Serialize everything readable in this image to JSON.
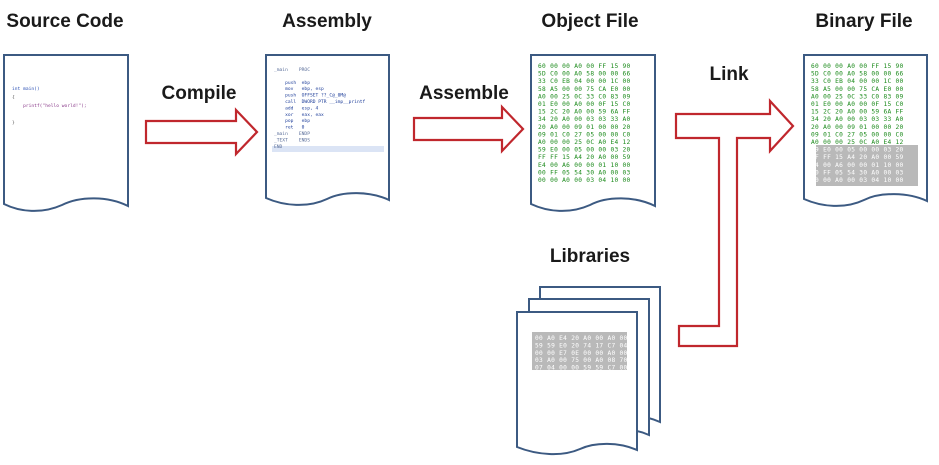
{
  "stages": {
    "source": "Source Code",
    "assembly": "Assembly",
    "object": "Object File",
    "binary": "Binary File",
    "libraries": "Libraries"
  },
  "arrows": {
    "compile": "Compile",
    "assemble": "Assemble",
    "link": "Link"
  },
  "source_code": [
    "int main()",
    "{",
    "    printf(\"hello world!\");",
    "",
    "}"
  ],
  "assembly_code": [
    "_main    PROC",
    "",
    "    push  ebp",
    "    mov   ebp, esp",
    "    push  OFFSET ??_C@_0M@",
    "    call  DWORD PTR __imp__printf",
    "    add   esp, 4",
    "    xor   eax, eax",
    "    pop   ebp",
    "    ret   0",
    "_main    ENDP",
    "_TEXT    ENDS",
    "END"
  ],
  "object_hex": [
    "60 00 00 A0 00 FF 15 90",
    "5D C0 00 A0 58 00 00 66",
    "33 C0 EB 04 00 00 1C 00",
    "58 A5 00 00 75 CA E0 00",
    "A0 00 25 0C 33 C0 83 09",
    "01 E0 00 A0 00 0F 15 C0",
    "15 2C 20 A0 00 59 6A FF",
    "34 20 A0 00 03 03 33 A0",
    "20 A0 00 09 01 00 00 20",
    "09 01 C0 27 05 00 00 C0",
    "A0 00 00 25 0C A0 E4 12",
    "59 E0 00 05 00 00 03 20",
    "FF FF 15 A4 20 A0 00 59",
    "E4 00 A6 00 00 01 10 00",
    "00 FF 05 54 30 A0 00 03",
    "00 00 A0 00 03 04 10 00"
  ],
  "binary_hex": [
    "60 00 00 A0 00 FF 15 90",
    "5D C0 00 A0 58 00 00 66",
    "33 C0 EB 04 00 00 1C 00",
    "58 A5 00 00 75 CA E0 00",
    "A0 00 25 0C 33 C0 83 09",
    "01 E0 00 A0 00 0F 15 C0",
    "15 2C 20 A0 00 59 6A FF",
    "34 20 A0 00 03 03 33 A0",
    "20 A0 00 09 01 00 00 20",
    "09 01 C0 27 05 00 00 C0",
    "A0 00 00 25 0C A0 E4 12",
    "59 E0 00 05 00 00 03 20",
    "FF FF 15 A4 20 A0 00 59",
    "E4 00 A6 00 00 01 10 00",
    "00 FF 05 54 30 A0 00 03",
    "00 00 A0 00 03 04 10 00"
  ],
  "library_hex": [
    "00 A0 E4 20 A0 00 A0 00",
    "59 59 E0 20 74 17 C7 04",
    "00 00 E7 0E 00 00 A0 00",
    "03 A0 00 75 00 A0 08 70",
    "07 04 00 00 59 59 C7 00"
  ],
  "colors": {
    "doc_border": "#3c5a82",
    "arrow_stroke": "#c0272d",
    "hex_text": "#1b8a1b",
    "highlight": "#b9b9b9"
  }
}
